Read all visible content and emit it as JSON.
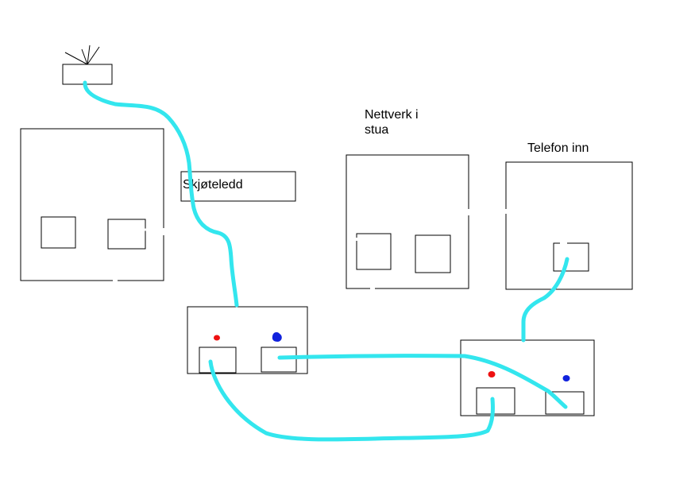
{
  "labels": {
    "extension": "Skjøteledd",
    "network_line1": "Nettverk i",
    "network_line2": "stua",
    "phone_in": "Telefon inn"
  },
  "colors": {
    "cable": "#33e6ee",
    "red_dot": "#ee1111",
    "blue_dot": "#1122dd",
    "line": "#000000"
  }
}
